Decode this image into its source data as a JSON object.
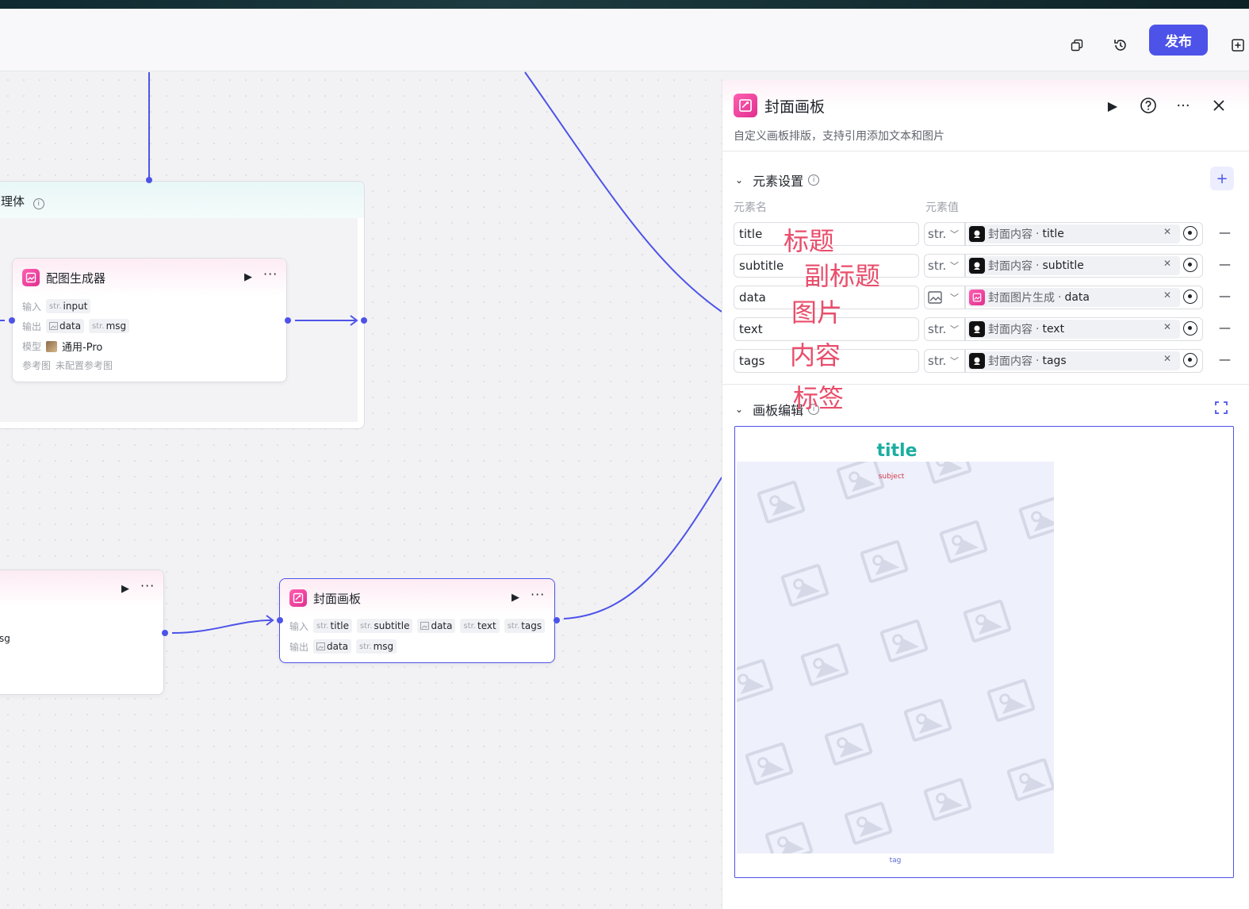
{
  "header": {
    "publish_label": "发布"
  },
  "canvas": {
    "group": {
      "title": "理体"
    },
    "node_image_gen": {
      "title": "配图生成器",
      "input_label": "输入",
      "inputs": [
        {
          "type": "str.",
          "name": "input"
        }
      ],
      "output_label": "输出",
      "outputs": [
        {
          "type": "img",
          "name": "data"
        },
        {
          "type": "str.",
          "name": "msg"
        }
      ],
      "model_label": "模型",
      "model_value": "通用-Pro",
      "ref_label": "参考图",
      "ref_value": "未配置参考图"
    },
    "node_left_partial": {
      "output_fragment": "sg"
    },
    "node_cover": {
      "title": "封面画板",
      "input_label": "输入",
      "inputs": [
        {
          "type": "str.",
          "name": "title"
        },
        {
          "type": "str.",
          "name": "subtitle"
        },
        {
          "type": "img",
          "name": "data"
        },
        {
          "type": "str.",
          "name": "text"
        },
        {
          "type": "str.",
          "name": "tags"
        }
      ],
      "output_label": "输出",
      "outputs": [
        {
          "type": "img",
          "name": "data"
        },
        {
          "type": "str.",
          "name": "msg"
        }
      ]
    }
  },
  "panel": {
    "title": "封面画板",
    "description": "自定义画板排版，支持引用添加文本和图片",
    "elements_section": {
      "title": "元素设置",
      "col_name": "元素名",
      "col_value": "元素值",
      "rows": [
        {
          "name": "title",
          "type": "str.",
          "source": "封面内容",
          "field": "title",
          "source_icon": "dark",
          "annotation": "标题"
        },
        {
          "name": "subtitle",
          "type": "str.",
          "source": "封面内容",
          "field": "subtitle",
          "source_icon": "dark",
          "annotation": "副标题"
        },
        {
          "name": "data",
          "type": "img",
          "source": "封面图片生成",
          "field": "data",
          "source_icon": "pink",
          "annotation": "图片"
        },
        {
          "name": "text",
          "type": "str.",
          "source": "封面内容",
          "field": "text",
          "source_icon": "dark",
          "annotation": "内容"
        },
        {
          "name": "tags",
          "type": "str.",
          "source": "封面内容",
          "field": "tags",
          "source_icon": "dark",
          "annotation": "标签"
        }
      ]
    },
    "board_section": {
      "title": "画板编辑",
      "board_title": "title",
      "board_subject": "subject",
      "board_tag": "tag"
    }
  },
  "colors": {
    "accent": "#4d53e8",
    "node_pink": "#e02f8e",
    "annotation_red": "#e94e6b",
    "board_title_teal": "#1aaea0"
  }
}
